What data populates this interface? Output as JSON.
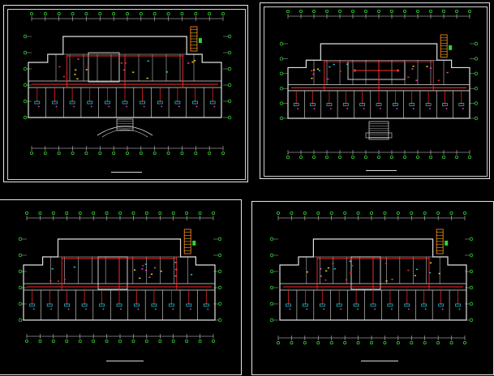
{
  "canvas": {
    "background": "#000000"
  },
  "sheets": [
    {
      "id": "sheet-1",
      "title_label": "",
      "position": "top-left"
    },
    {
      "id": "sheet-2",
      "title_label": "",
      "position": "top-right"
    },
    {
      "id": "sheet-3",
      "title_label": "",
      "position": "bottom-left"
    },
    {
      "id": "sheet-4",
      "title_label": "",
      "position": "bottom-right"
    }
  ],
  "palette": {
    "frame": "#e6e6e6",
    "walls": "#e0e0e0",
    "grid_bubbles": "#2fd52f",
    "wiring_main": "#ff2a2a",
    "wiring_secondary": "#20d0e0",
    "equipment_yellow": "#ffd21a",
    "equipment_orange": "#ff7a1a",
    "equipment_magenta": "#ff3fd0",
    "equipment_green": "#2fd52f"
  }
}
